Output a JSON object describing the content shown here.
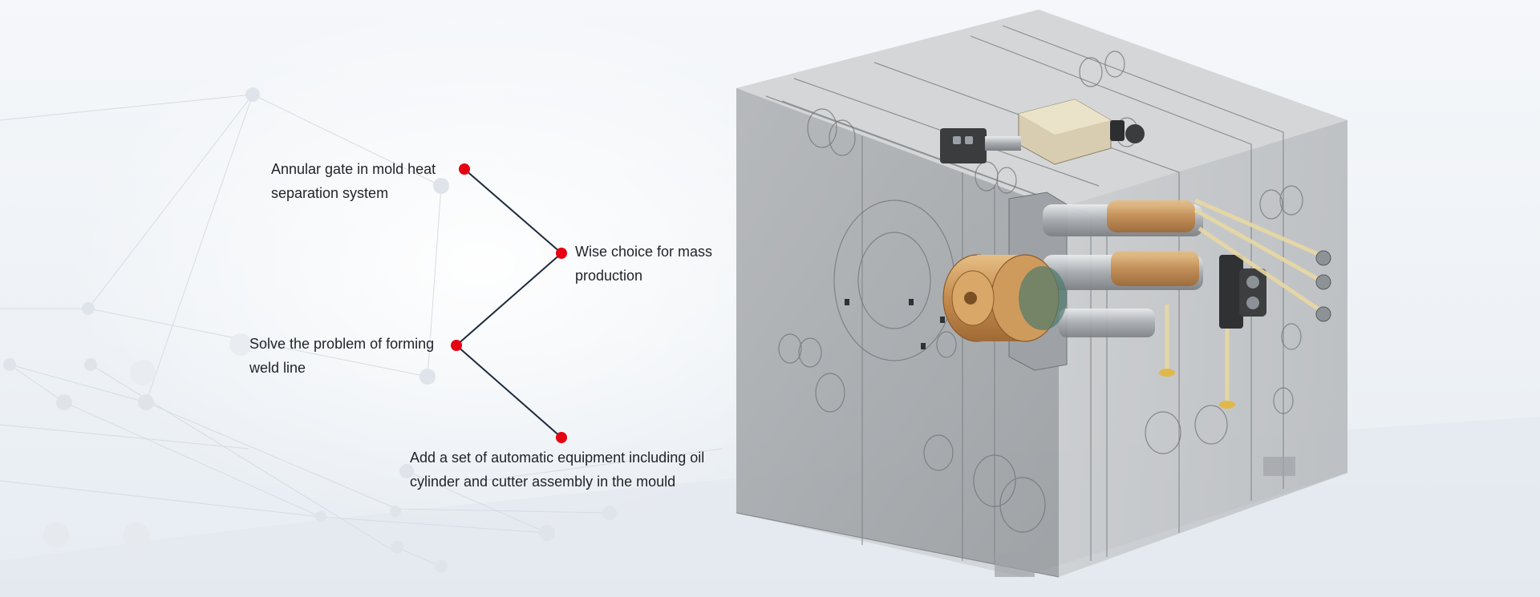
{
  "callouts": [
    {
      "label": "Annular gate in mold heat separation system"
    },
    {
      "label": "Wise choice for mass production"
    },
    {
      "label": "Solve the problem of forming weld line"
    },
    {
      "label": "Add a set of automatic equipment including oil cylinder and cutter assembly in the mould"
    }
  ],
  "colors": {
    "dot": "#e60012",
    "connector": "#1c2a3c",
    "mold_body": "#b9bcbf",
    "brass": "#c9965a",
    "text": "#1f2329"
  },
  "icons": {
    "background": "network-mesh",
    "illustration": "injection-mold-3d"
  }
}
